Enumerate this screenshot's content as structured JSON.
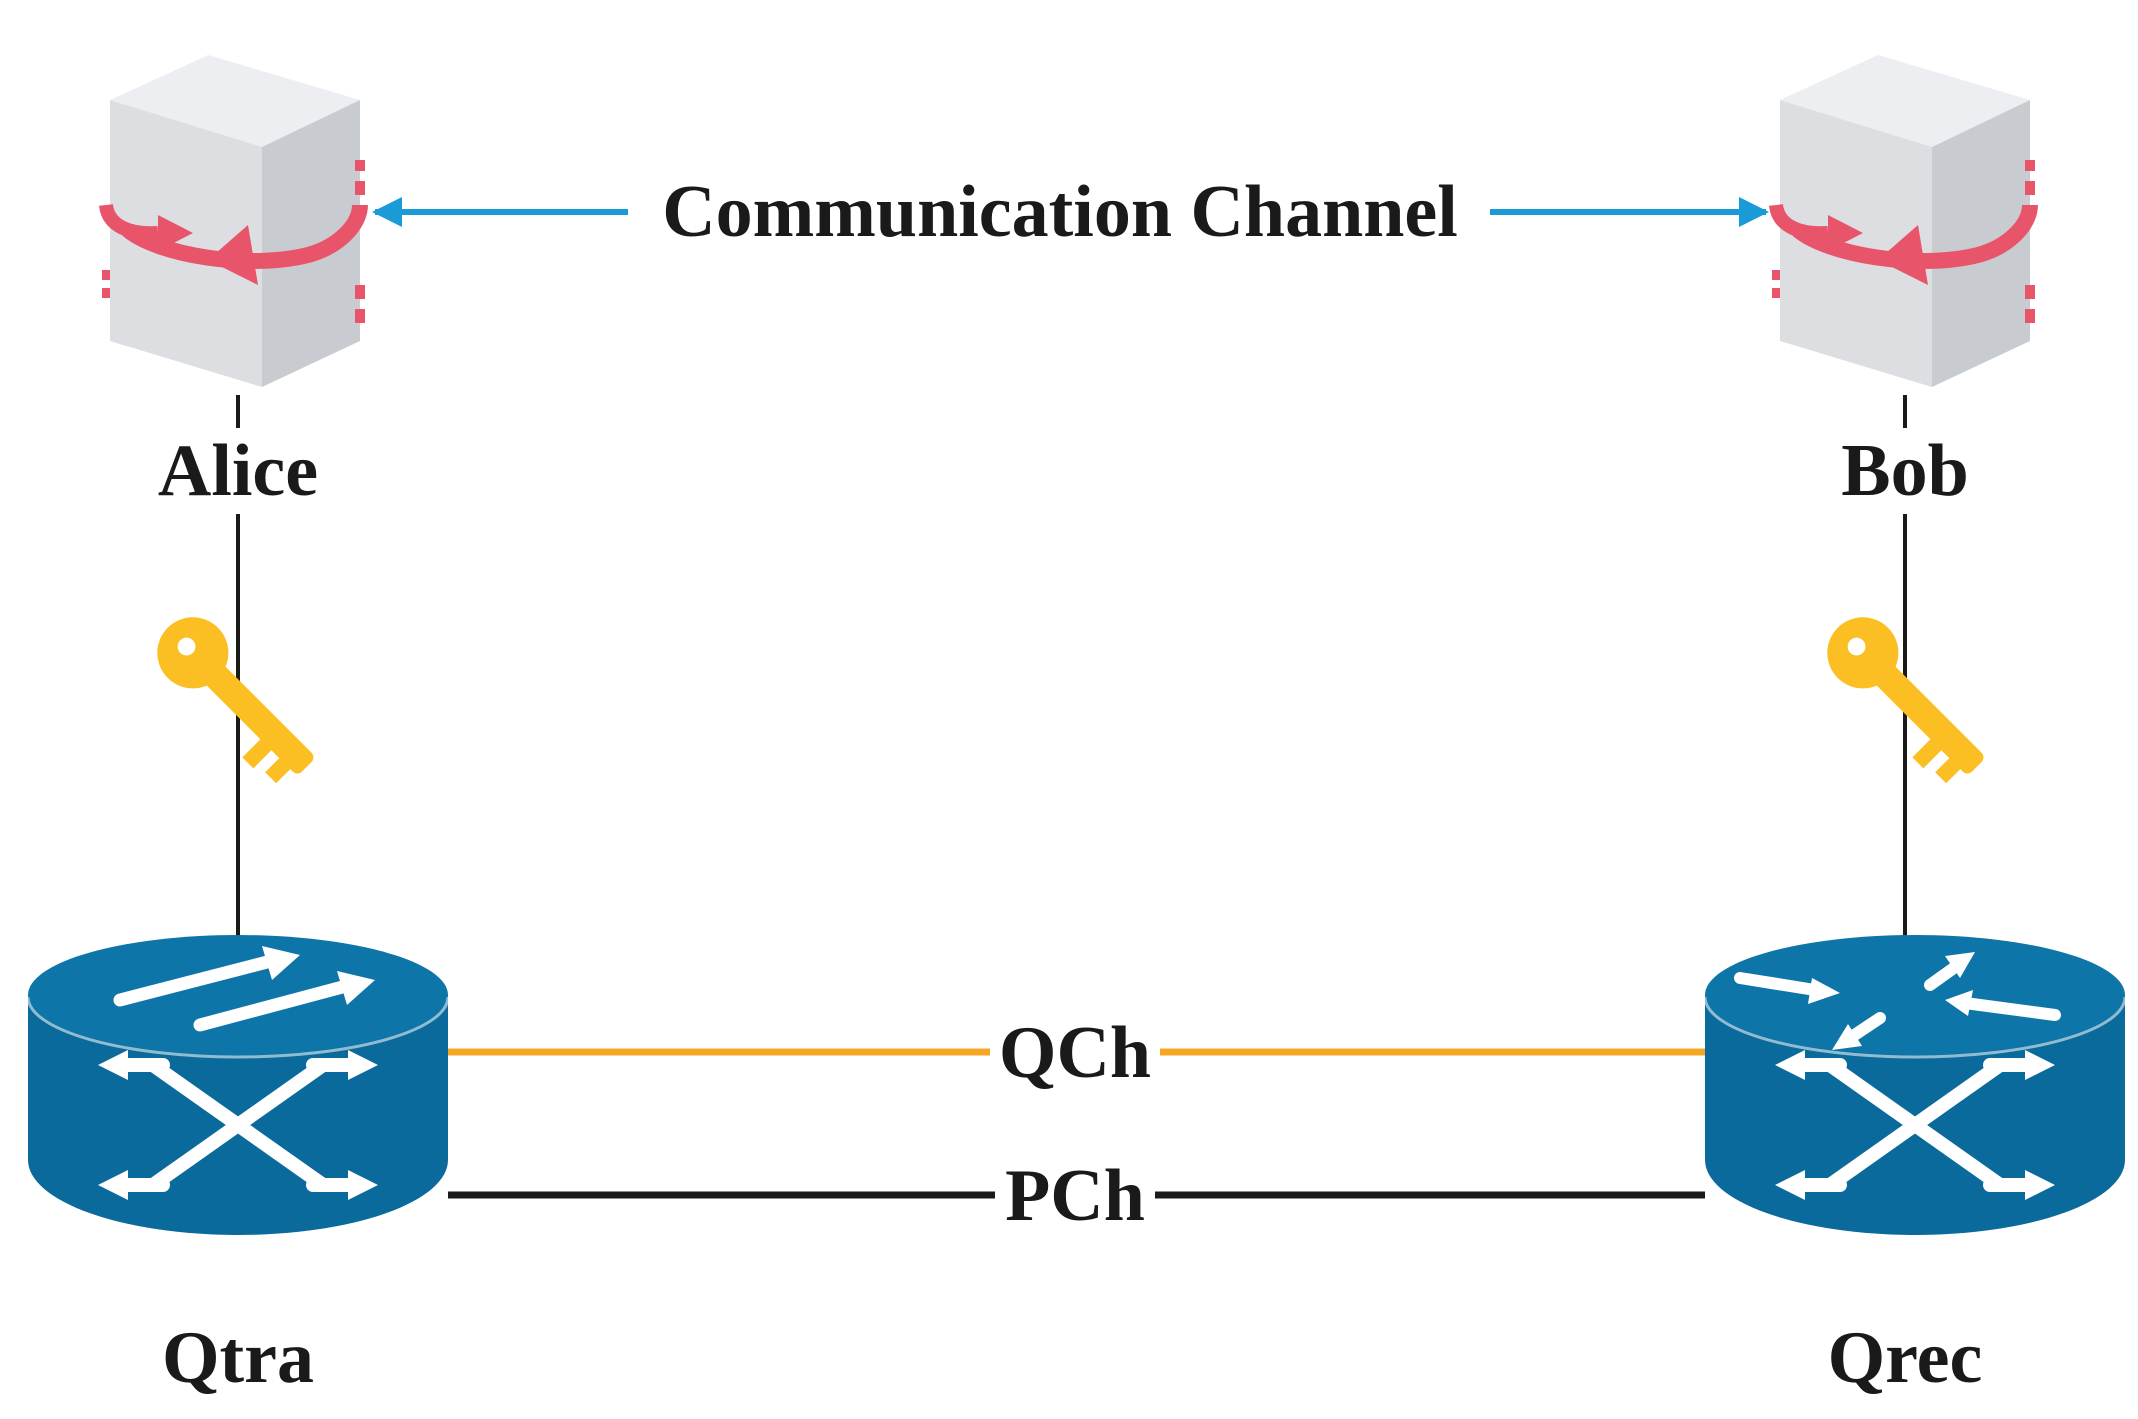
{
  "nodes": {
    "alice": {
      "label": "Alice",
      "icon": "server-icon"
    },
    "bob": {
      "label": "Bob",
      "icon": "server-icon"
    },
    "qtra": {
      "label": "Qtra",
      "icon": "router-switch-icon"
    },
    "qrec": {
      "label": "Qrec",
      "icon": "router-switch-icon"
    }
  },
  "edges": {
    "communication": {
      "label": "Communication Channel",
      "color": "#1a9ad6",
      "directed": "both"
    },
    "qch": {
      "label": "QCh",
      "color": "#f5a623"
    },
    "pch": {
      "label": "PCh",
      "color": "#1a1a1a"
    },
    "alice_qtra": {
      "icon": "key-icon",
      "key_color": "#fbbf24"
    },
    "bob_qrec": {
      "icon": "key-icon",
      "key_color": "#fbbf24"
    }
  },
  "colors": {
    "device_blue": "#0a6a9c",
    "server_gray": "#d6d8dc",
    "sync_red": "#e8546a"
  }
}
